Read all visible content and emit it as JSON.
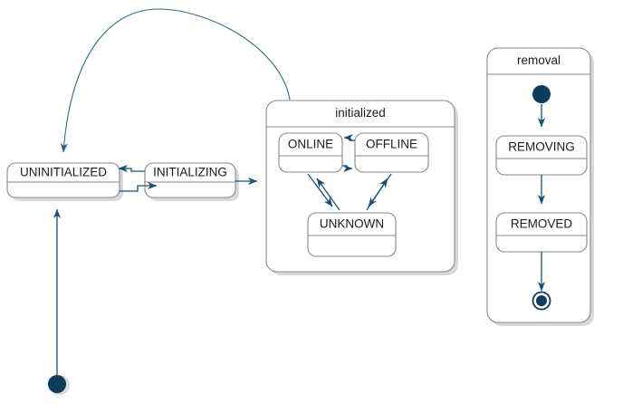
{
  "diagram": {
    "type": "uml-state-machine",
    "title": "",
    "colors": {
      "node": "#0d3c5c",
      "edge": "#1f4f6b",
      "box_border": "#888888",
      "box_fill": "#ffffff",
      "text": "#1b1b1b",
      "shadow": "#b9b9b9"
    }
  },
  "states": {
    "uninitialized": {
      "label": "UNINITIALIZED"
    },
    "initializing": {
      "label": "INITIALIZING"
    },
    "online": {
      "label": "ONLINE"
    },
    "offline": {
      "label": "OFFLINE"
    },
    "unknown": {
      "label": "UNKNOWN"
    },
    "removing": {
      "label": "REMOVING"
    },
    "removed": {
      "label": "REMOVED"
    }
  },
  "composites": {
    "initialized": {
      "label": "initialized"
    },
    "removal": {
      "label": "removal"
    }
  },
  "pseudostates": {
    "start_main": {
      "kind": "initial"
    },
    "start_removal": {
      "kind": "initial"
    },
    "end_removal": {
      "kind": "final"
    }
  },
  "transitions": [
    {
      "from": "start_main",
      "to": "uninitialized",
      "label": ""
    },
    {
      "from": "uninitialized",
      "to": "initializing",
      "label": ""
    },
    {
      "from": "initializing",
      "to": "uninitialized",
      "label": ""
    },
    {
      "from": "initializing",
      "to": "initialized",
      "label": ""
    },
    {
      "from": "initialized",
      "to": "uninitialized",
      "label": ""
    },
    {
      "from": "online",
      "to": "offline",
      "label": ""
    },
    {
      "from": "offline",
      "to": "online",
      "label": ""
    },
    {
      "from": "online",
      "to": "unknown",
      "label": ""
    },
    {
      "from": "unknown",
      "to": "online",
      "label": ""
    },
    {
      "from": "offline",
      "to": "unknown",
      "label": ""
    },
    {
      "from": "unknown",
      "to": "offline",
      "label": ""
    },
    {
      "from": "start_removal",
      "to": "removing",
      "label": ""
    },
    {
      "from": "removing",
      "to": "removed",
      "label": ""
    },
    {
      "from": "removed",
      "to": "end_removal",
      "label": ""
    }
  ]
}
